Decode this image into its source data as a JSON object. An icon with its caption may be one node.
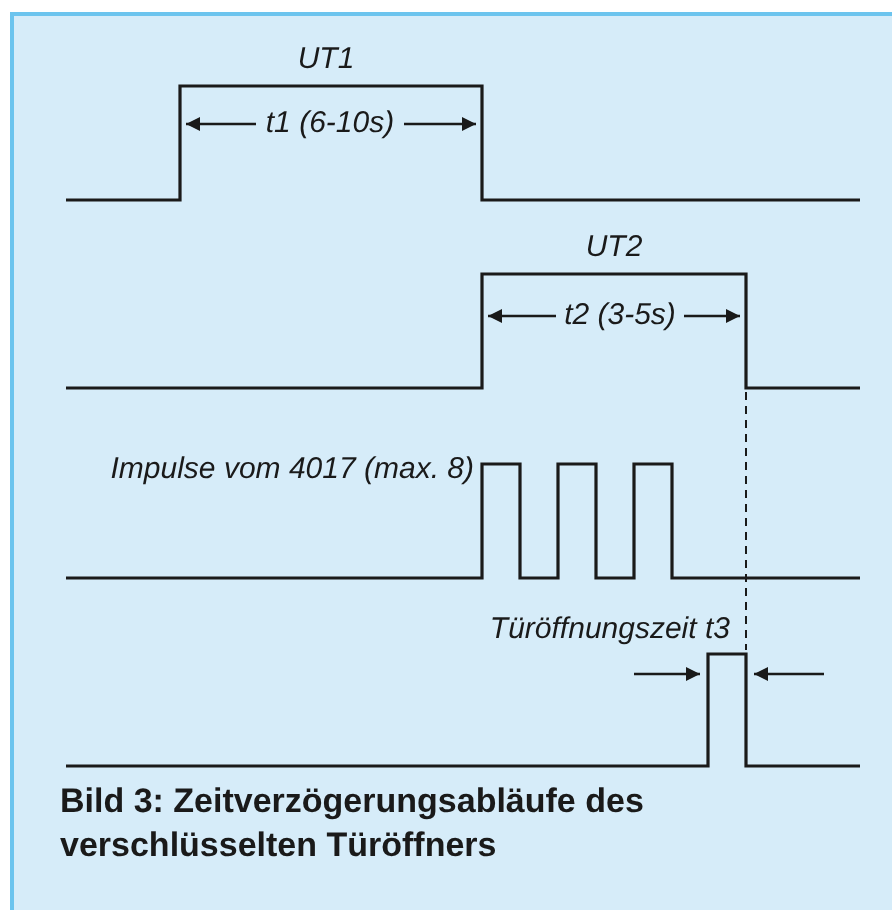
{
  "diagram": {
    "caption": "Bild 3: Zeitverzögerungsabläufe des verschlüsselten Türöffners",
    "labels": [
      "UT1",
      "t1 (6-10s)",
      "UT2",
      "t2 (3-5s)",
      "Impulse vom 4017 (max. 8)",
      "Türöffnungszeit t3"
    ]
  }
}
